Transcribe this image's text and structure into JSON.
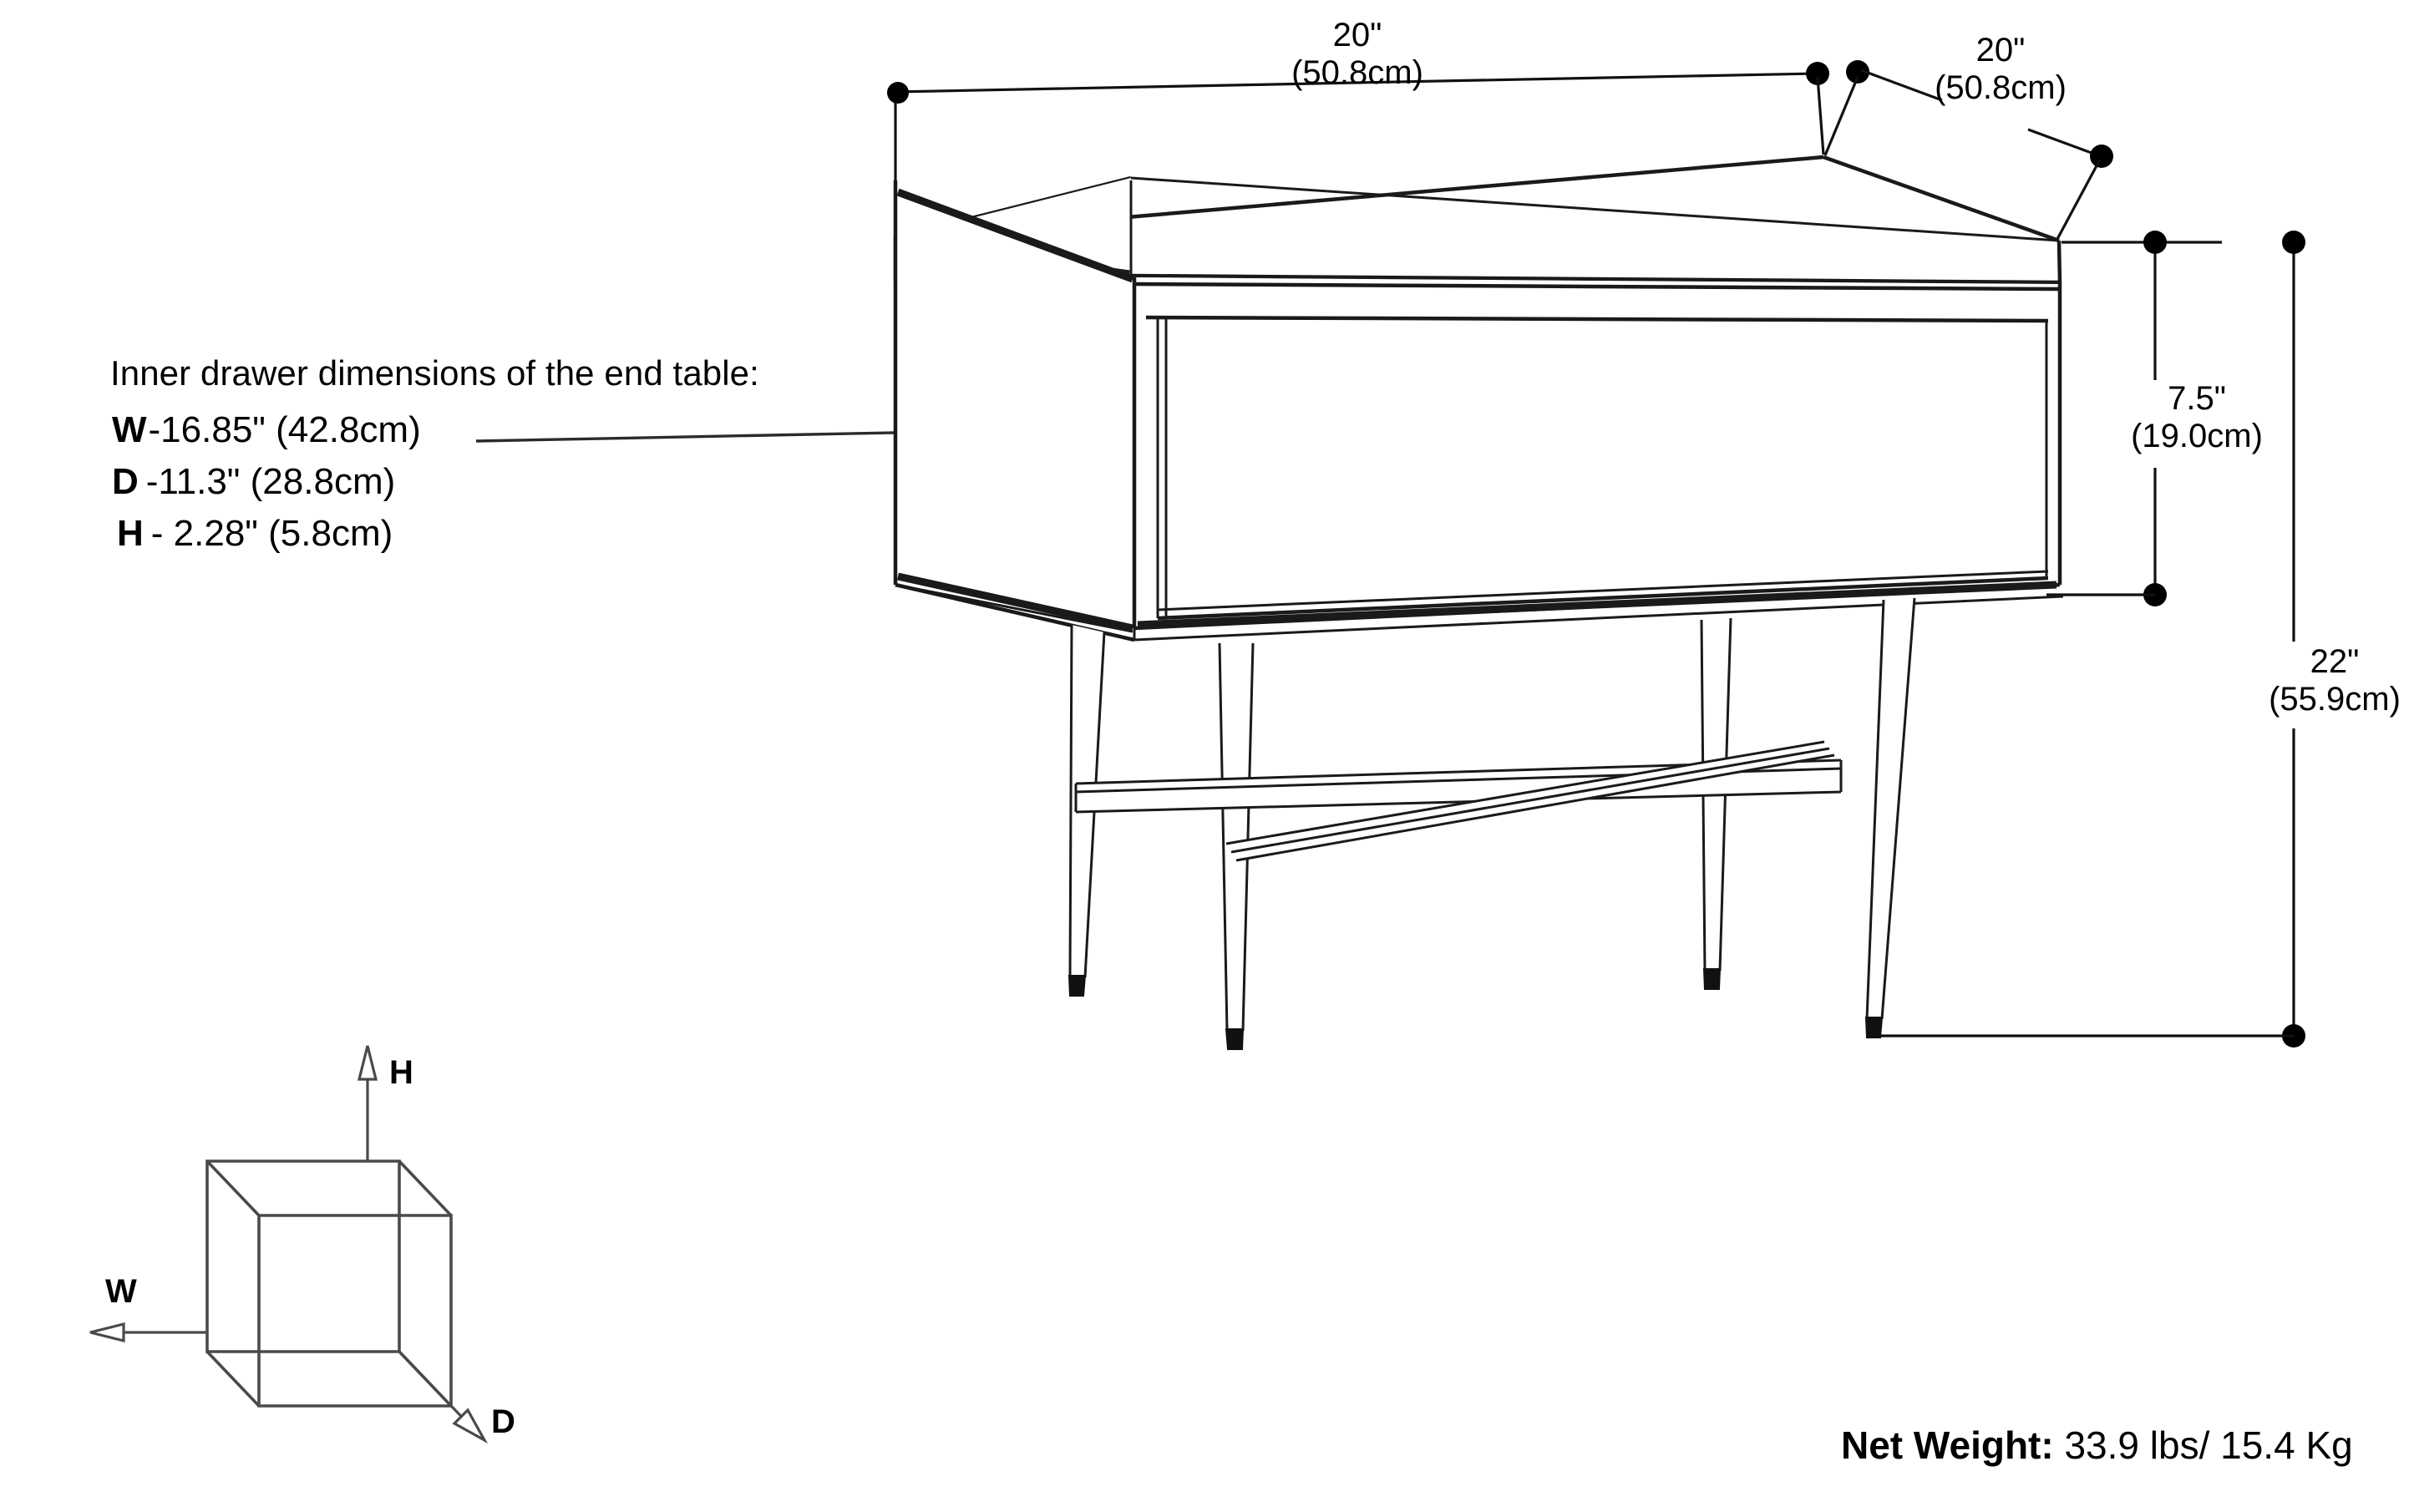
{
  "product": {
    "type": "end table",
    "net_weight": {
      "label": "Net Weight:",
      "value": " 33.9 lbs/ 15.4 Kg"
    }
  },
  "drawer_spec": {
    "heading": "Inner drawer dimensions of the end table:",
    "rows": [
      {
        "axis": "W",
        "value": "-16.85\" (42.8cm)"
      },
      {
        "axis": "D",
        "value": "-11.3\" (28.8cm)"
      },
      {
        "axis": "H",
        "value": "- 2.28\" (5.8cm)"
      }
    ]
  },
  "dimensions": {
    "width": {
      "inches": "20\"",
      "metric": "(50.8cm)"
    },
    "depth": {
      "inches": "20\"",
      "metric": "(50.8cm)"
    },
    "drawer_front": {
      "inches": "7.5\"",
      "metric": "(19.0cm)"
    },
    "total_height": {
      "inches": "22\"",
      "metric": "(55.9cm)"
    }
  },
  "axis_legend": {
    "height": "H",
    "width": "W",
    "depth": "D"
  },
  "colors": {
    "line": "#1a1a1a",
    "dimension_line": "#111111",
    "cube_edge": "#4a4a4a",
    "background": "#ffffff"
  }
}
